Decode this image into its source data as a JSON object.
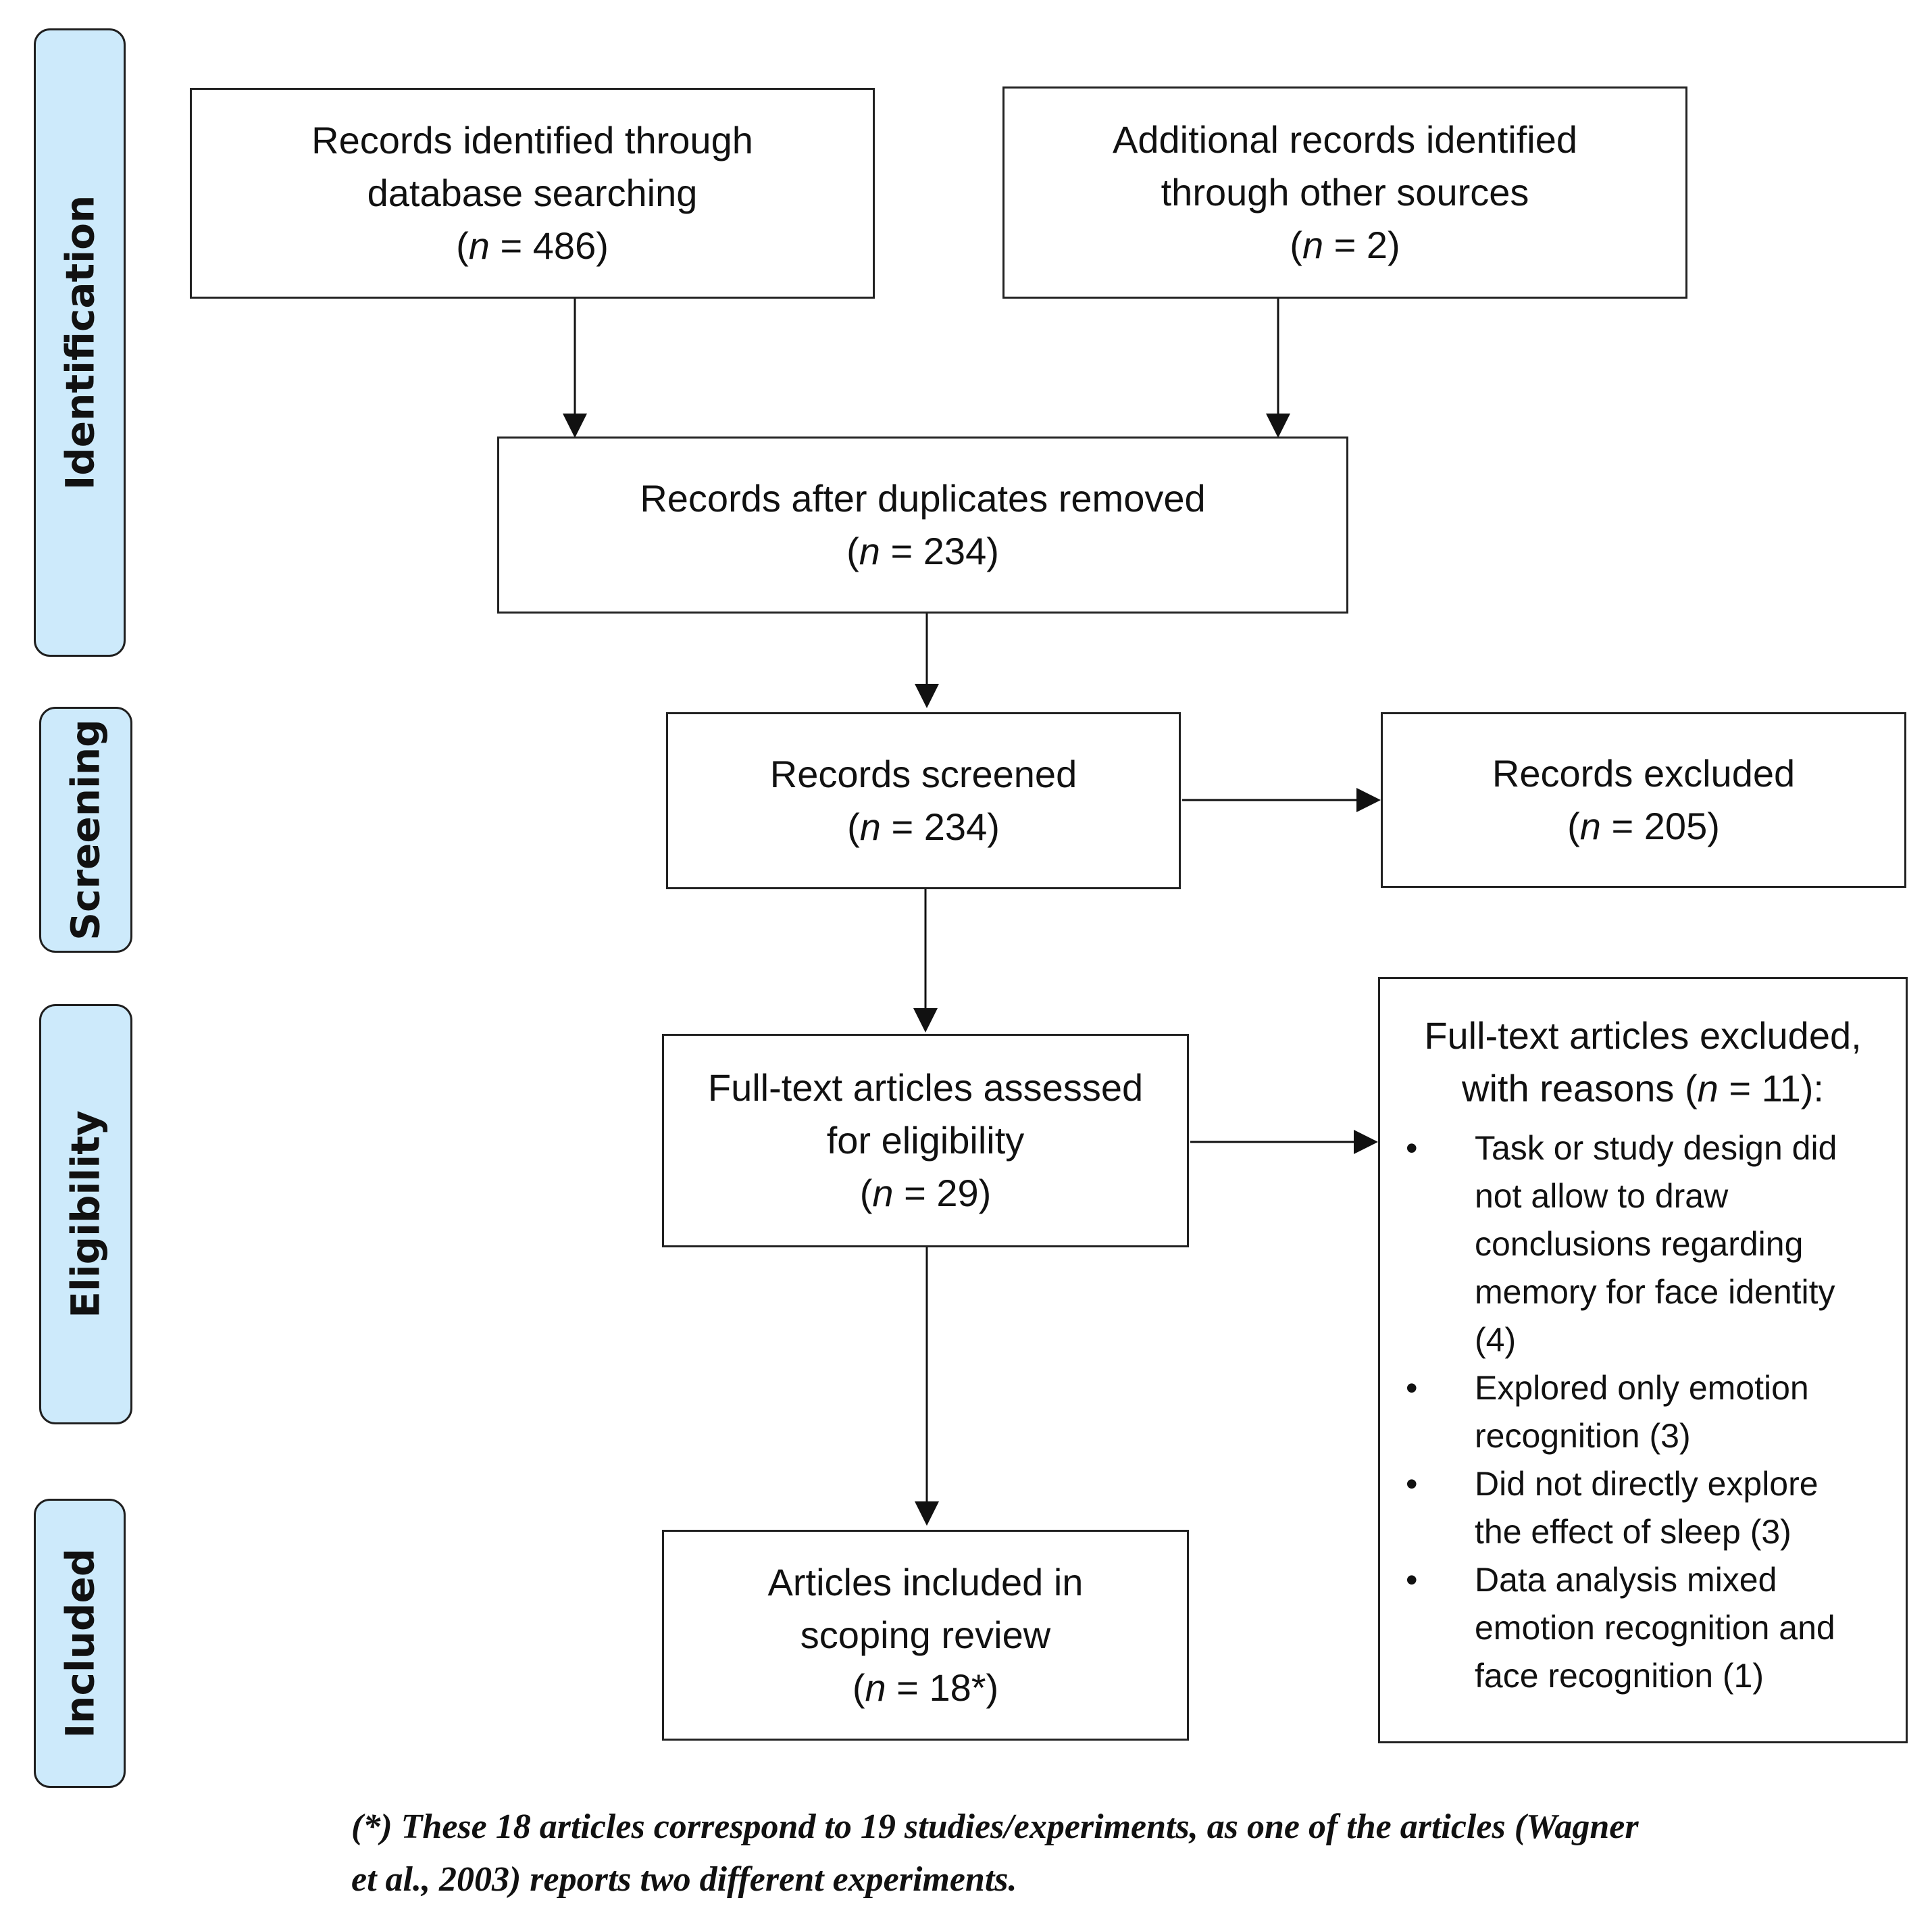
{
  "phases": {
    "identification": "Identification",
    "screening": "Screening",
    "eligibility": "Eligibility",
    "included": "Included"
  },
  "boxes": {
    "database_records": {
      "lines": [
        "Records identified through",
        "database searching"
      ],
      "n_prefix": "(",
      "n_var": "n",
      "n_suffix": " = 486)"
    },
    "other_records": {
      "lines": [
        "Additional records identified",
        "through other sources"
      ],
      "n_prefix": "(",
      "n_var": "n",
      "n_suffix": " = 2)"
    },
    "after_duplicates": {
      "lines": [
        "Records after duplicates removed"
      ],
      "n_prefix": "(",
      "n_var": "n",
      "n_suffix": " = 234)"
    },
    "screened": {
      "lines": [
        "Records screened"
      ],
      "n_prefix": "(",
      "n_var": "n",
      "n_suffix": " = 234)"
    },
    "excluded": {
      "lines": [
        "Records excluded"
      ],
      "n_prefix": "(",
      "n_var": "n",
      "n_suffix": " = 205)"
    },
    "fulltext_assessed": {
      "lines": [
        "Full-text articles assessed",
        "for eligibility"
      ],
      "n_prefix": "(",
      "n_var": "n",
      "n_suffix": " = 29)"
    },
    "included": {
      "lines": [
        "Articles included in",
        "scoping review"
      ],
      "n_prefix": "(",
      "n_var": "n",
      "n_suffix": " = 18*)"
    },
    "fulltext_excluded": {
      "line1": "Full-text articles excluded,",
      "line2_prefix": "with reasons (",
      "n_var": "n",
      "line2_suffix": " = 11):",
      "reasons": [
        [
          "Task or study design did",
          "not allow to draw",
          "conclusions regarding",
          "memory for face identity",
          "(4)"
        ],
        [
          "Explored only emotion",
          "recognition (3)"
        ],
        [
          "Did not directly explore",
          "the effect of sleep (3)"
        ],
        [
          "Data analysis mixed",
          "emotion recognition and",
          "face recognition (1)"
        ]
      ]
    }
  },
  "footnote": [
    "(*) These 18 articles correspond to 19 studies/experiments, as one of the articles (Wagner",
    "et al., 2003) reports two different experiments."
  ]
}
